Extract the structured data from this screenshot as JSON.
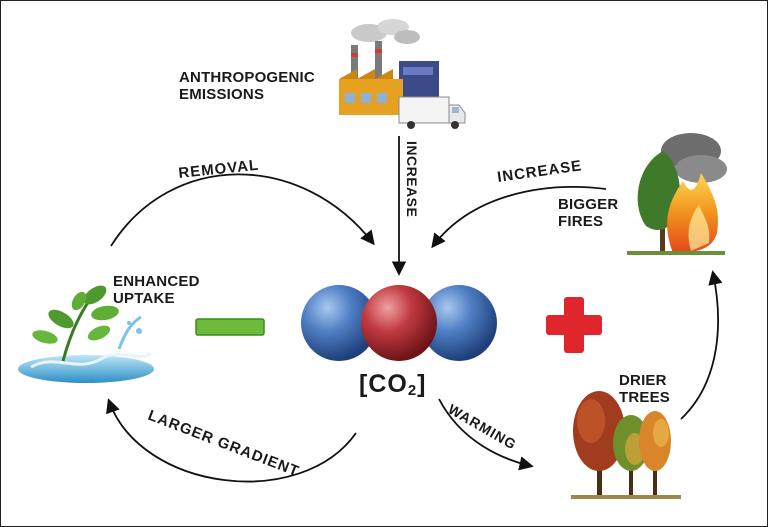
{
  "labels": {
    "anthropogenic": "ANTHROPOGENIC\nEMISSIONS",
    "removal": "REMOVAL",
    "increase_vertical": "INCREASE",
    "increase_arc": "INCREASE",
    "bigger_fires": "BIGGER\nFIRES",
    "enhanced_uptake": "ENHANCED\nUPTAKE",
    "drier_trees": "DRIER\nTREES",
    "larger_gradient": "LARGER GRADIENT",
    "warming": "WARMING",
    "co2_main": "CO",
    "co2_sub": "2",
    "bracket_open": "[",
    "bracket_close": "]"
  },
  "colors": {
    "minus_green": "#6dbb3a",
    "plus_red": "#e0262c",
    "carbon_red": "#b8363c",
    "oxygen_blue": "#3f6fb5",
    "arrow": "#111111"
  },
  "icons": [
    "factory-icon",
    "truck-icon",
    "leaf-splash-icon",
    "burning-tree-icon",
    "dry-trees-icon"
  ]
}
